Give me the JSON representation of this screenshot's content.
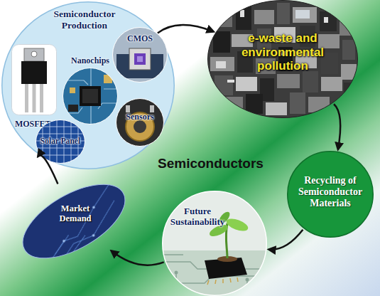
{
  "diagram": {
    "nodes": [
      {
        "text": [
          "Semiconductor Production"
        ]
      },
      {
        "text": [
          "MOSFETs"
        ],
        "in": 0
      },
      {
        "text": [
          "Nanochips"
        ],
        "in": 0
      },
      {
        "text": [
          "CMOS"
        ],
        "in": 0
      },
      {
        "text": [
          "Solar Panel"
        ],
        "in": 0
      },
      {
        "text": [
          "Sensors"
        ],
        "in": 0
      },
      {
        "text": [
          "e-waste and environmental pollution"
        ]
      },
      {
        "text": [
          "Recycling of Semiconductor Materials"
        ]
      },
      {
        "text": [
          "Future Sustainability"
        ]
      },
      {
        "text": [
          "Market Demand"
        ]
      }
    ],
    "edges": [
      {
        "from": 0,
        "to": 6,
        "arrow": "to"
      },
      {
        "from": 6,
        "to": 7,
        "arrow": "to"
      },
      {
        "from": 7,
        "to": 8,
        "arrow": "to"
      },
      {
        "from": 8,
        "to": 9,
        "arrow": "to"
      },
      {
        "from": 9,
        "to": 0,
        "arrow": "to"
      }
    ],
    "labels": [
      "Semiconductors"
    ]
  }
}
